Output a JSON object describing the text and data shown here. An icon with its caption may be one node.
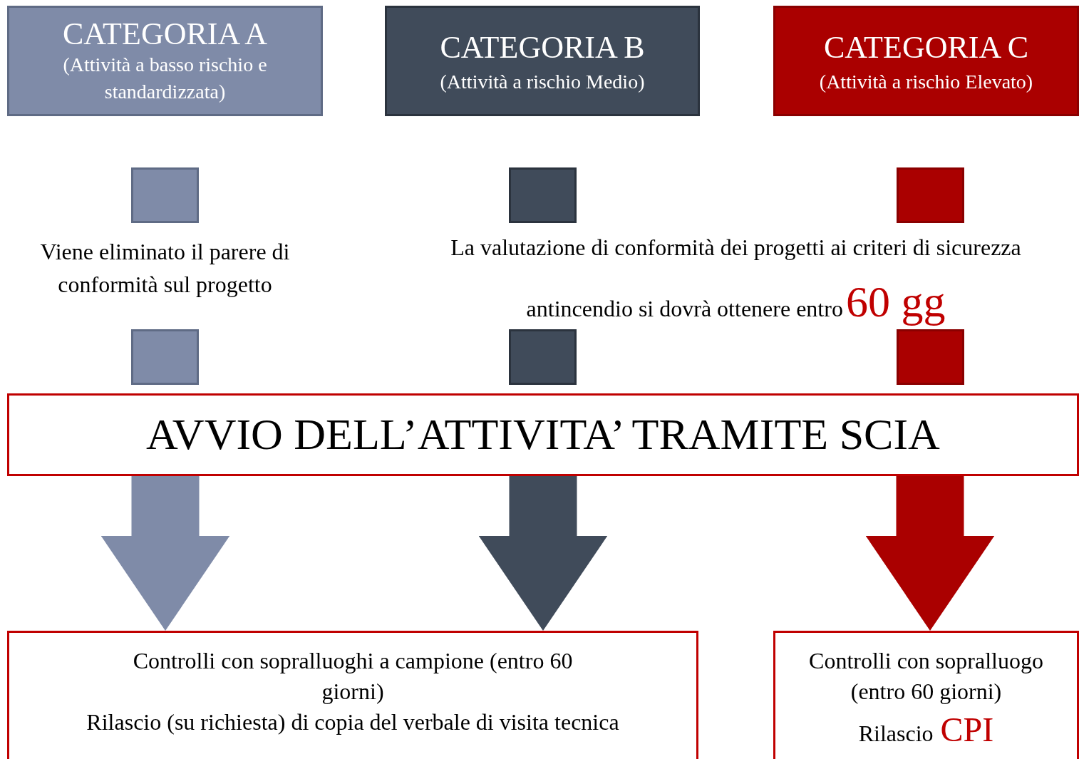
{
  "diagram": {
    "nodes": [
      {
        "text": [
          "CATEGORIA A",
          "(Attività a basso rischio e standardizzata)"
        ]
      },
      {
        "text": [
          "CATEGORIA B",
          "(Attività a rischio Medio)"
        ]
      },
      {
        "text": [
          "CATEGORIA C",
          "(Attività a rischio Elevato)"
        ]
      },
      {
        "text": [],
        "shape": "box"
      },
      {
        "text": [],
        "shape": "box"
      },
      {
        "text": [],
        "shape": "box"
      },
      {
        "text": [],
        "shape": "box"
      },
      {
        "text": [],
        "shape": "box"
      },
      {
        "text": [],
        "shape": "box"
      },
      {
        "text": [
          "AVVIO DELL’ATTIVITA’ TRAMITE SCIA"
        ]
      },
      {
        "text": [
          "Controlli con sopralluoghi a campione (entro 60 giorni)",
          "Rilascio (su richiesta) di copia del verbale di visita tecnica"
        ]
      },
      {
        "text": [
          "Controlli con sopralluogo (entro 60 giorni)",
          "Rilascio",
          "CPI"
        ]
      }
    ],
    "edges": [
      {
        "from": 9,
        "to": 10,
        "arrow": "to",
        "color": "#7f8ba8"
      },
      {
        "from": 9,
        "to": 10,
        "arrow": "to",
        "color": "#404b5a"
      },
      {
        "from": 9,
        "to": 11,
        "arrow": "to",
        "color": "#aa0000"
      }
    ],
    "labels": [
      "Viene eliminato il parere di conformità sul progetto",
      "La valutazione di conformità dei progetti ai criteri di sicurezza antincendio si dovrà ottenere entro",
      "60 gg"
    ]
  }
}
